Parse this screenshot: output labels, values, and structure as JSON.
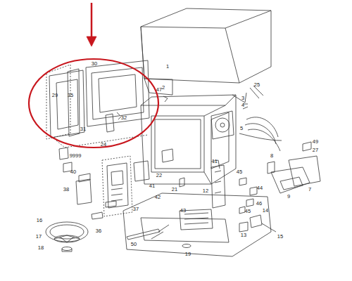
{
  "diagram": {
    "labels": [
      "1",
      "2",
      "25",
      "3",
      "4",
      "5",
      "29",
      "35",
      "30",
      "32",
      "31",
      "24",
      "47",
      "49",
      "27",
      "9999",
      "40",
      "38",
      "41",
      "42",
      "37",
      "36",
      "22",
      "11",
      "21",
      "8",
      "45",
      "44",
      "46",
      "7",
      "9",
      "12",
      "43",
      "45",
      "14",
      "15",
      "13",
      "16",
      "17",
      "18",
      "50",
      "19"
    ]
  }
}
